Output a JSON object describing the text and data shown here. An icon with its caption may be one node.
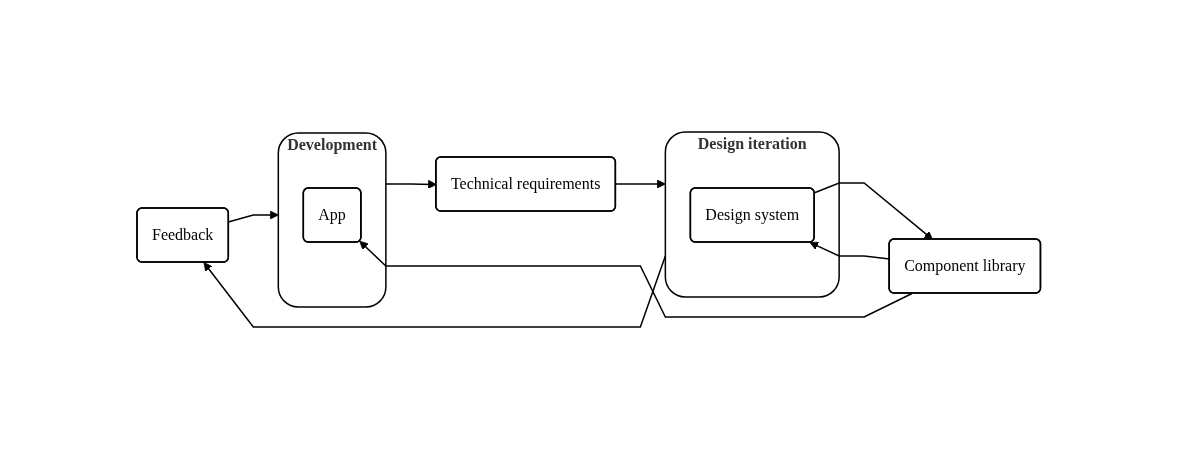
{
  "diagram": {
    "nodes": [
      {
        "text": [
          "Feedback"
        ]
      },
      {
        "text": [
          "Development"
        ]
      },
      {
        "text": [
          "App"
        ],
        "in": 1
      },
      {
        "text": [
          "Component library"
        ]
      },
      {
        "text": [
          "Design iteration"
        ]
      },
      {
        "text": [
          "Design system"
        ],
        "in": 4
      },
      {
        "text": [
          "Technical requirements"
        ]
      }
    ],
    "edges": [
      {
        "from": 0,
        "to": 1,
        "arrow": "to"
      },
      {
        "from": 4,
        "to": 0,
        "arrow": "to"
      },
      {
        "from": 3,
        "to": 2,
        "arrow": "to"
      },
      {
        "from": 3,
        "to": 5,
        "arrow": "to"
      },
      {
        "from": 5,
        "to": 3,
        "arrow": "to"
      },
      {
        "from": 1,
        "to": 6,
        "arrow": "to"
      },
      {
        "from": 6,
        "to": 4,
        "arrow": "to"
      }
    ]
  }
}
